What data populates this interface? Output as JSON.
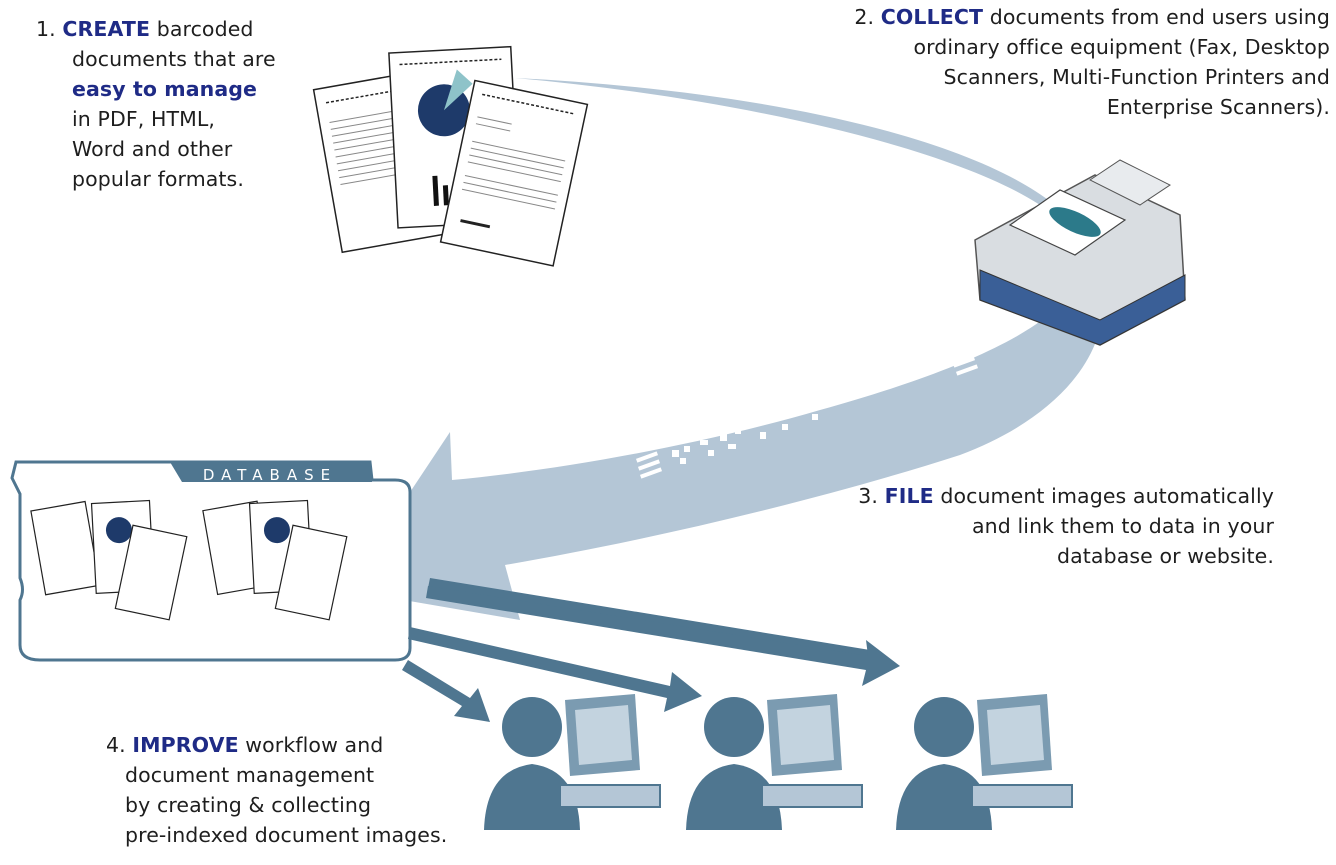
{
  "step1": {
    "number": "1.",
    "keyword": "CREATE",
    "line1_rest": " barcoded",
    "line2": "documents that are",
    "highlight": "easy to manage",
    "line4": "in PDF, HTML,",
    "line5": "Word and other",
    "line6": "popular formats."
  },
  "step2": {
    "number": "2.",
    "keyword": "COLLECT",
    "line1_rest": " documents from end users using",
    "line2": "ordinary office equipment (Fax, Desktop",
    "line3": "Scanners, Multi-Function Printers and",
    "line4": "Enterprise Scanners)."
  },
  "step3": {
    "number": "3.",
    "keyword": "FILE",
    "line1_rest": " document images automatically",
    "line2": "and link them to data in your",
    "line3": "database or website."
  },
  "step4": {
    "number": "4.",
    "keyword": "IMPROVE",
    "line1_rest": " workflow and",
    "line2": "document management",
    "line3": "by creating & collecting",
    "line4": "pre-indexed document images."
  },
  "database": {
    "label": "DATABASE"
  },
  "colors": {
    "arrow": "#b4c6d6",
    "accent": "#4f7690",
    "keyword": "#1f2b86",
    "scanner_blue": "#2d4f8e"
  },
  "icons": [
    "document-stack-icon",
    "scanner-icon",
    "barcode-stream-icon",
    "database-icon",
    "user-computer-icon"
  ]
}
